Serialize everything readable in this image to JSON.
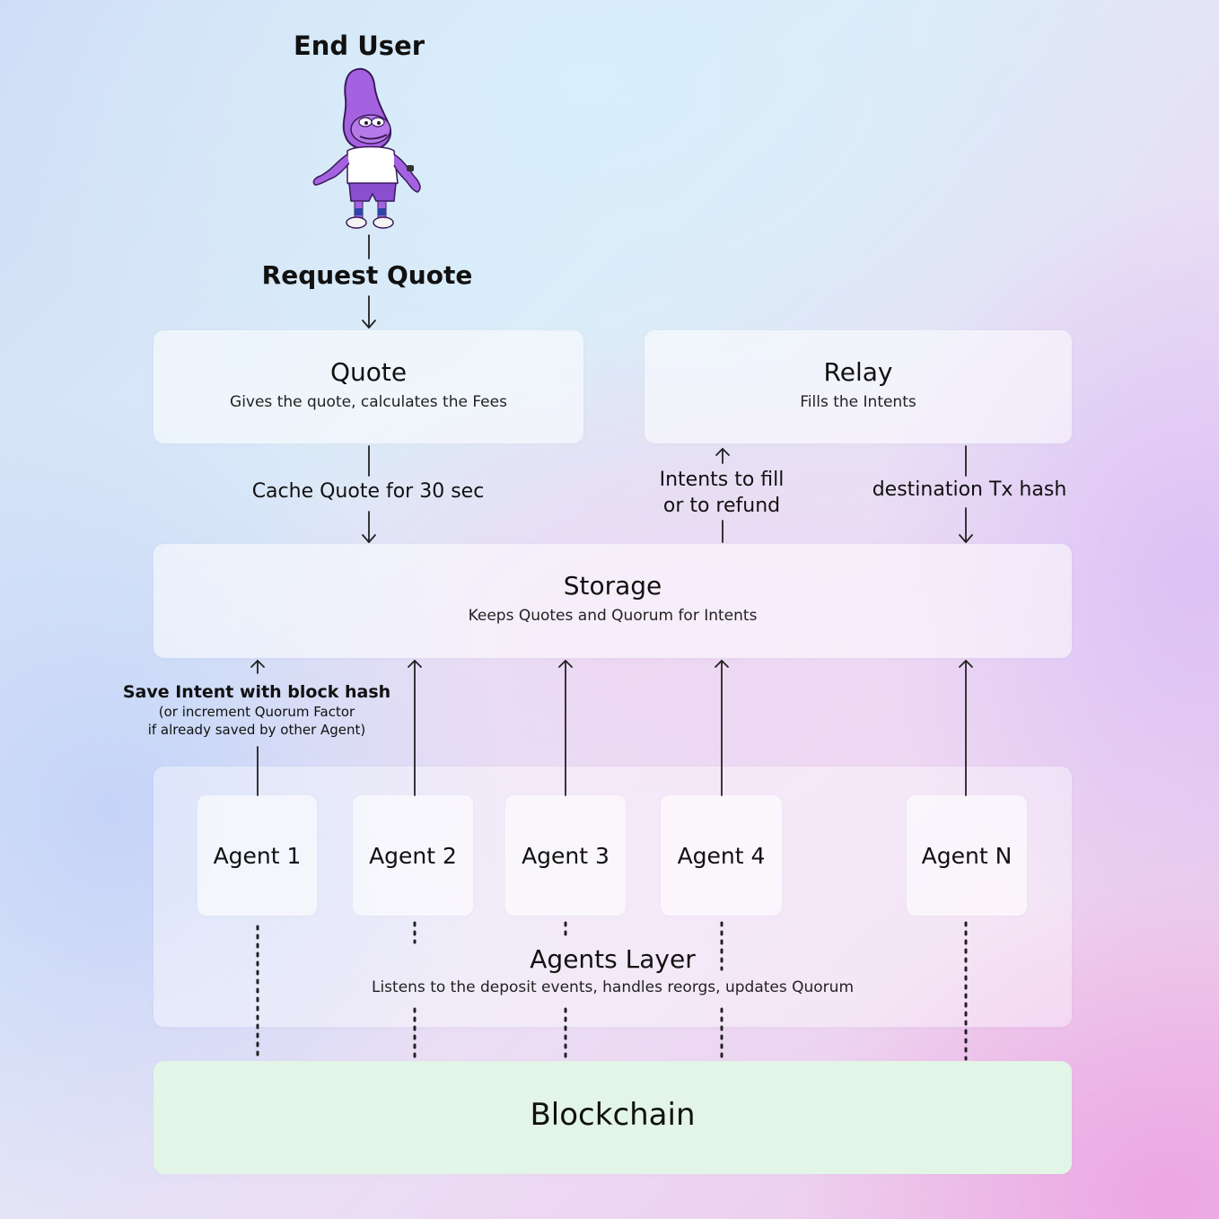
{
  "end_user": {
    "title": "End User",
    "avatar_icon": "purple-frog-character-icon"
  },
  "request_quote": {
    "label": "Request Quote"
  },
  "quote": {
    "title": "Quote",
    "subtitle": "Gives the quote, calculates the Fees"
  },
  "relay": {
    "title": "Relay",
    "subtitle": "Fills the Intents"
  },
  "cache_quote": {
    "label": "Cache Quote for 30 sec"
  },
  "intents_to_fill": {
    "line1": "Intents to fill",
    "line2": "or to refund"
  },
  "destination_tx": {
    "label": "destination Tx hash"
  },
  "storage": {
    "title": "Storage",
    "subtitle": "Keeps Quotes and Quorum for Intents"
  },
  "save_intent": {
    "line1": "Save Intent with block hash",
    "line2": "(or increment Quorum Factor",
    "line3": "if already saved by other Agent)"
  },
  "agents": [
    {
      "label": "Agent 1"
    },
    {
      "label": "Agent 2"
    },
    {
      "label": "Agent 3"
    },
    {
      "label": "Agent 4"
    },
    {
      "label": "Agent N"
    }
  ],
  "agents_layer": {
    "title": "Agents Layer",
    "subtitle": "Listens to the deposit events, handles reorgs, updates Quorum"
  },
  "blockchain": {
    "title": "Blockchain",
    "color": "#e3f5e6"
  },
  "colors": {
    "line": "#222222",
    "frog_purple": "#9b5ad6"
  }
}
